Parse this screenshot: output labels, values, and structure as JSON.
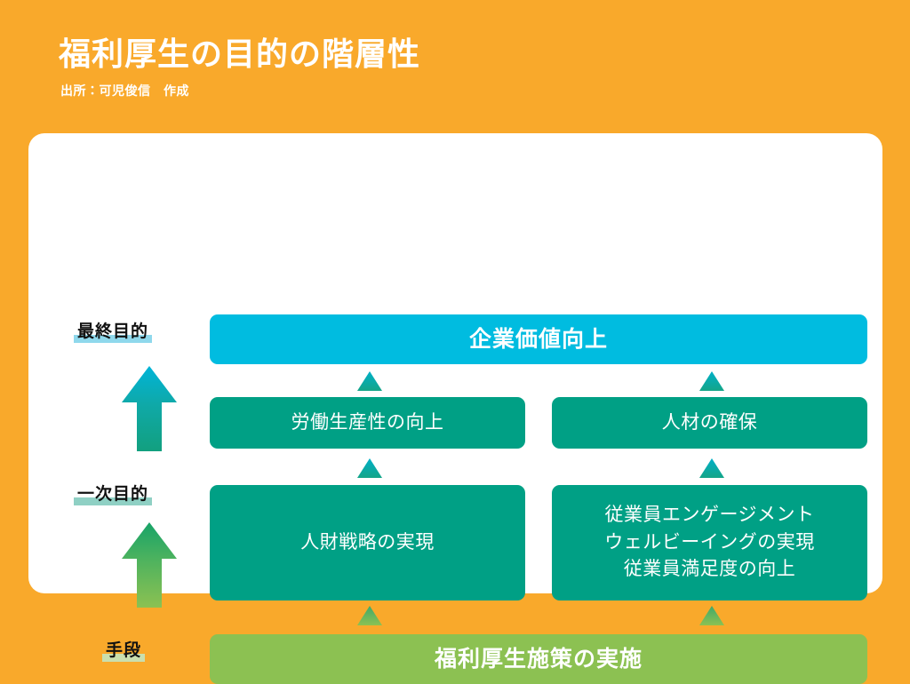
{
  "header": {
    "title": "福利厚生の目的の階層性",
    "subtitle": "出所：可児俊信　作成"
  },
  "colors": {
    "background": "#F9A92B",
    "card": "#FFFFFF",
    "cyan": "#00BCE0",
    "teal": "#00A085",
    "green": "#8CC152",
    "highlight_final": "#8FD8EC",
    "highlight_primary": "#8FD0C4",
    "highlight_means": "#CADFAE",
    "text_on_box": "#FFFFFF",
    "label_text": "#111111"
  },
  "diagram": {
    "stage_labels": [
      {
        "id": "final-purpose",
        "text": "最終目的"
      },
      {
        "id": "primary-purpose",
        "text": "一次目的"
      },
      {
        "id": "means",
        "text": "手段"
      }
    ],
    "arrows": [
      {
        "id": "upper-arrow",
        "direction": "up",
        "from_color": "#00A085",
        "to_color": "#00BCE0"
      },
      {
        "id": "lower-arrow",
        "direction": "up",
        "from_color": "#8CC152",
        "to_color": "#12A05F"
      }
    ],
    "levels": [
      {
        "id": "level-final",
        "stage": "最終目的",
        "boxes": [
          {
            "id": "corporate-value",
            "text": "企業価値向上",
            "color": "#00BCE0"
          }
        ]
      },
      {
        "id": "level-primary-upper",
        "stage": "一次目的",
        "boxes": [
          {
            "id": "labor-productivity",
            "text": "労働生産性の向上",
            "color": "#00A085"
          },
          {
            "id": "talent-acquisition",
            "text": "人材の確保",
            "color": "#00A085"
          }
        ]
      },
      {
        "id": "level-primary-lower",
        "stage": "一次目的",
        "boxes": [
          {
            "id": "hr-strategy",
            "text": "人財戦略の実現",
            "color": "#00A085"
          },
          {
            "id": "engagement-wellbeing",
            "color": "#00A085",
            "lines": [
              "従業員エンゲージメント",
              "ウェルビーイングの実現",
              "従業員満足度の向上"
            ]
          }
        ]
      },
      {
        "id": "level-means",
        "stage": "手段",
        "boxes": [
          {
            "id": "welfare-measures",
            "text": "福利厚生施策の実施",
            "color": "#8CC152"
          }
        ]
      }
    ],
    "connectors": [
      {
        "id": "connector-1",
        "shape": "triangle-up",
        "color": "#0DA9A3"
      },
      {
        "id": "connector-2",
        "shape": "triangle-up",
        "color": "#0DA9A3"
      },
      {
        "id": "connector-3",
        "shape": "triangle-up",
        "color": "#0DA9A3"
      },
      {
        "id": "connector-4",
        "shape": "triangle-up",
        "color": "#0DA9A3"
      },
      {
        "id": "connector-5",
        "shape": "triangle-up",
        "color": "#6FAF56"
      },
      {
        "id": "connector-6",
        "shape": "triangle-up",
        "color": "#6FAF56"
      }
    ]
  }
}
